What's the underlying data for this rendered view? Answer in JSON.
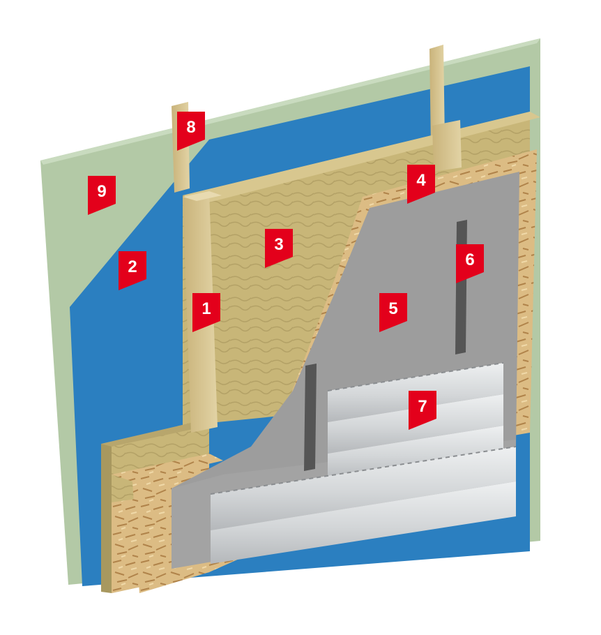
{
  "colors": {
    "background": "#ffffff",
    "outer_board": "#b3c9a6",
    "outer_board_edge": "#c9dbbf",
    "membrane": "#2b7fc0",
    "insulation": "#c7b577",
    "insulation_dark": "#a8985f",
    "osb": "#d9b77c",
    "osb_dark": "#b48a4e",
    "stud": "#d8c48f",
    "stud_dark": "#b9a46d",
    "wind_membrane": "#9d9d9d",
    "profile": "#555555",
    "siding": "#d6d8da",
    "siding_shadow": "#b7babd",
    "marker": "#e3001b"
  },
  "markers": [
    {
      "id": "1",
      "label": "1"
    },
    {
      "id": "2",
      "label": "2"
    },
    {
      "id": "3",
      "label": "3"
    },
    {
      "id": "4",
      "label": "4"
    },
    {
      "id": "5",
      "label": "5"
    },
    {
      "id": "6",
      "label": "6"
    },
    {
      "id": "7",
      "label": "7"
    },
    {
      "id": "8",
      "label": "8"
    },
    {
      "id": "9",
      "label": "9"
    }
  ]
}
